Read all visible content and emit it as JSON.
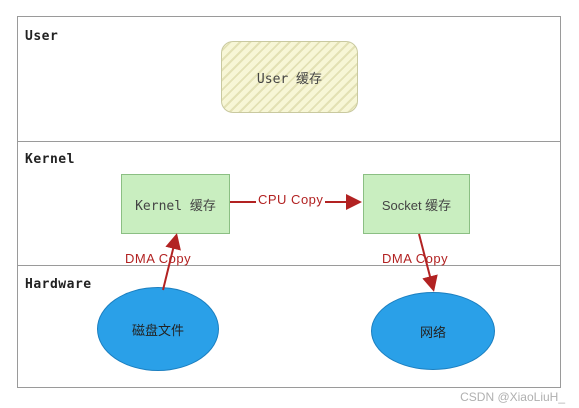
{
  "zones": {
    "user": "User",
    "kernel": "Kernel",
    "hardware": "Hardware"
  },
  "nodes": {
    "user_buffer": "User 缓存",
    "kernel_buffer": "Kernel 缓存",
    "socket_buffer": "Socket 缓存",
    "disk": "磁盘文件",
    "network": "网络"
  },
  "edges": {
    "dma_in": "DMA Copy",
    "cpu_copy": "CPU Copy",
    "dma_out": "DMA Copy"
  },
  "watermark": "CSDN @XiaoLiuH_",
  "colors": {
    "arrow": "#b22222",
    "buffer_green": "#c9eec0",
    "ellipse_blue": "#2aa0e8",
    "user_hatch": "#f7f6d6"
  }
}
